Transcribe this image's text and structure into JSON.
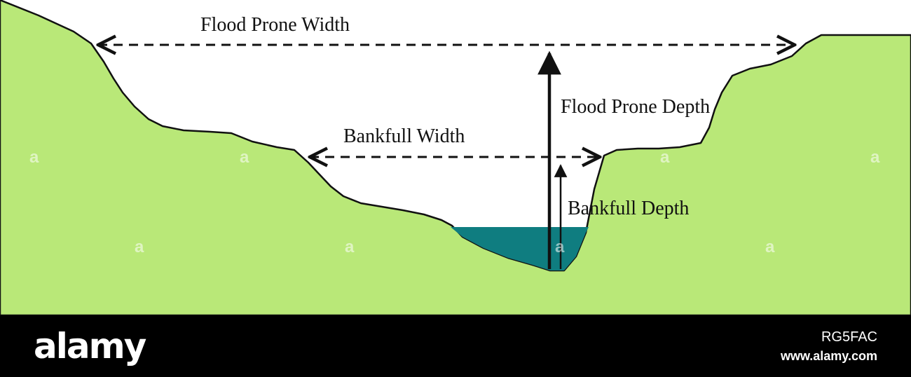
{
  "diagram": {
    "labels": {
      "flood_prone_width": "Flood Prone Width",
      "flood_prone_depth": "Flood Prone Depth",
      "bankfull_width": "Bankfull Width",
      "bankfull_depth": "Bankfull Depth"
    },
    "colors": {
      "ground": "#b9e878",
      "water": "#0f7d80",
      "ink": "#111111",
      "sky": "#ffffff"
    },
    "watermark_glyph": "a"
  },
  "footer": {
    "brand": "alamy",
    "image_id": "RG5FAC",
    "site": "www.alamy.com",
    "background": "#000000"
  }
}
